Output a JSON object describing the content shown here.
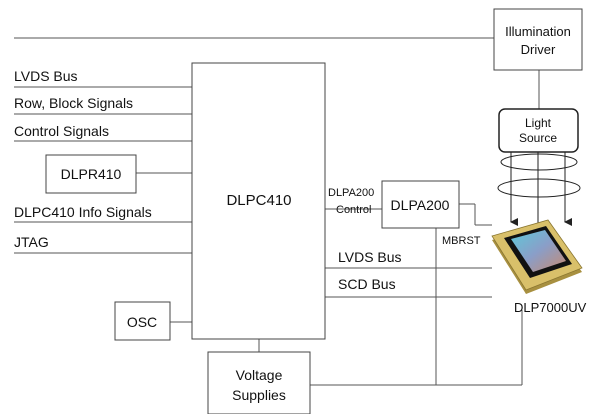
{
  "blocks": {
    "illumination_driver": [
      "Illumination",
      "Driver"
    ],
    "light_source": [
      "Light",
      "Source"
    ],
    "dlpc410": "DLPC410",
    "dlpr410": "DLPR410",
    "dlpa200": "DLPA200",
    "osc": "OSC",
    "voltage_supplies": [
      "Voltage",
      "Supplies"
    ],
    "dmd": "DLP7000UV"
  },
  "signals": {
    "lvds_bus_in": "LVDS Bus",
    "row_block": "Row, Block Signals",
    "control": "Control Signals",
    "info": "DLPC410 Info Signals",
    "jtag": "JTAG",
    "dlpa200_control": [
      "DLPA200",
      "Control"
    ],
    "mbrst": "MBRST",
    "lvds_bus_out": "LVDS Bus",
    "scd_bus": "SCD Bus"
  },
  "colors": {
    "line": "#555555",
    "box_stroke": "#444444",
    "dmd_gold": "#d9c06a",
    "dmd_shadow": "#a89040"
  }
}
